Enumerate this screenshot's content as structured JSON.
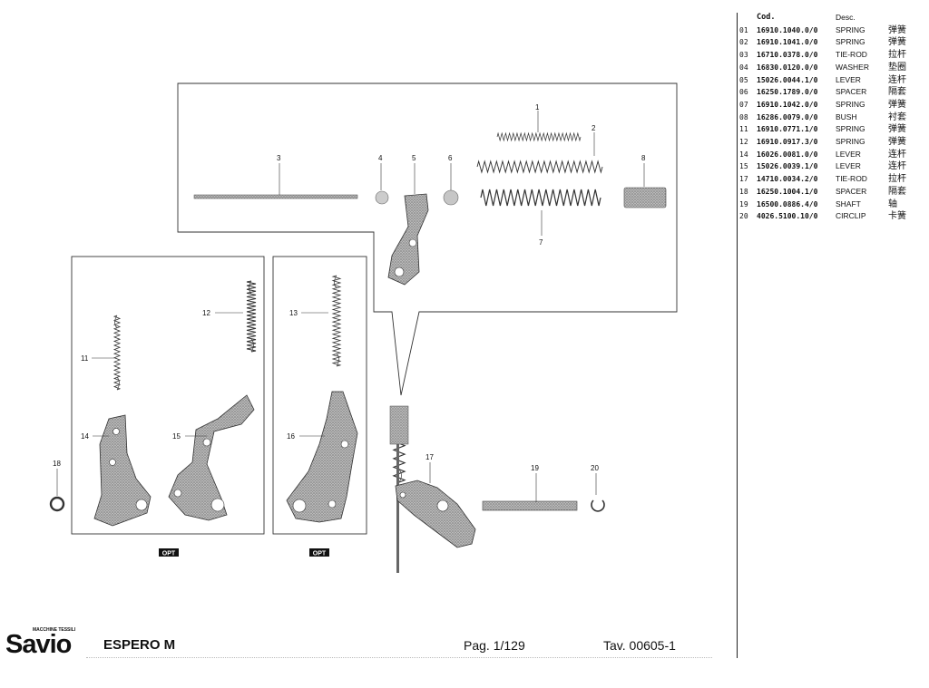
{
  "table": {
    "header": {
      "cod": "Cod.",
      "desc": "Desc."
    },
    "rows": [
      {
        "pos": "01",
        "code": "16910.1040.0/0",
        "desc": "SPRING",
        "cn": "弹簧"
      },
      {
        "pos": "02",
        "code": "16910.1041.0/0",
        "desc": "SPRING",
        "cn": "弹簧"
      },
      {
        "pos": "03",
        "code": "16710.0378.0/0",
        "desc": "TIE-ROD",
        "cn": "拉杆"
      },
      {
        "pos": "04",
        "code": "16830.0120.0/0",
        "desc": "WASHER",
        "cn": "垫圈"
      },
      {
        "pos": "05",
        "code": "15026.0044.1/0",
        "desc": "LEVER",
        "cn": "连杆"
      },
      {
        "pos": "06",
        "code": "16250.1789.0/0",
        "desc": "SPACER",
        "cn": "隔套"
      },
      {
        "pos": "07",
        "code": "16910.1042.0/0",
        "desc": "SPRING",
        "cn": "弹簧"
      },
      {
        "pos": "08",
        "code": "16286.0079.0/0",
        "desc": "BUSH",
        "cn": "衬套"
      },
      {
        "pos": "11",
        "code": "16910.0771.1/0",
        "desc": "SPRING",
        "cn": "弹簧"
      },
      {
        "pos": "12",
        "code": "16910.0917.3/0",
        "desc": "SPRING",
        "cn": "弹簧"
      },
      {
        "pos": "14",
        "code": "16026.0081.0/0",
        "desc": "LEVER",
        "cn": "连杆"
      },
      {
        "pos": "15",
        "code": "15026.0039.1/0",
        "desc": "LEVER",
        "cn": "连杆"
      },
      {
        "pos": "17",
        "code": "14710.0034.2/0",
        "desc": "TIE-ROD",
        "cn": "拉杆"
      },
      {
        "pos": "18",
        "code": "16250.1004.1/0",
        "desc": "SPACER",
        "cn": "隔套"
      },
      {
        "pos": "19",
        "code": "16500.0886.4/0",
        "desc": "SHAFT",
        "cn": "轴"
      },
      {
        "pos": "20",
        "code": "4026.5100.10/0",
        "desc": "CIRCLIP",
        "cn": "卡簧"
      }
    ]
  },
  "drawing": {
    "callouts": {
      "c1": "1",
      "c2": "2",
      "c3": "3",
      "c4": "4",
      "c5": "5",
      "c6": "6",
      "c7": "7",
      "c8": "8",
      "c11": "11",
      "c12": "12",
      "c13": "13",
      "c14": "14",
      "c15": "15",
      "c16": "16",
      "c17": "17",
      "c18": "18",
      "c19": "19",
      "c20": "20"
    },
    "opt_labels": [
      "OPT",
      "OPT"
    ]
  },
  "footer": {
    "brand": "Savio",
    "brand_tagline": "MACCHINE TESSILI",
    "model": "ESPERO M",
    "page": "Pag. 1/129",
    "table_ref": "Tav. 00605-1"
  }
}
